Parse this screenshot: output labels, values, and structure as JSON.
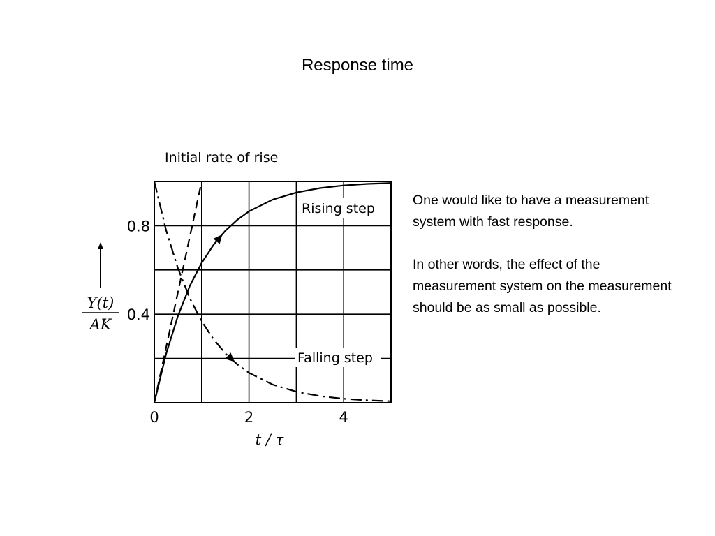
{
  "slide": {
    "title": "Response time",
    "paragraphs": [
      "One would like to have a measurement system with fast response.",
      "In other words, the effect of the measurement system on the measurement should be as small as possible."
    ]
  },
  "chart_data": {
    "type": "line",
    "xlabel": "t / τ",
    "ylabel_numerator": "Y(t)",
    "ylabel_denominator": "AK",
    "xlim": [
      0,
      5
    ],
    "ylim": [
      0,
      1
    ],
    "x_ticks": [
      0,
      2,
      4
    ],
    "y_ticks": [
      0.4,
      0.8
    ],
    "x_tick_labels": [
      "0",
      "2",
      "4"
    ],
    "y_tick_labels": [
      "0.4",
      "0.8"
    ],
    "y_origin_label": "0",
    "grid": true,
    "grid_x": [
      1,
      2,
      3,
      4
    ],
    "grid_y": [
      0.2,
      0.4,
      0.6,
      0.8
    ],
    "series": [
      {
        "name": "Rising step",
        "style": "solid",
        "x": [
          0,
          0.25,
          0.5,
          0.75,
          1,
          1.25,
          1.5,
          1.75,
          2,
          2.5,
          3,
          3.5,
          4,
          4.5,
          5
        ],
        "values": [
          0,
          0.221,
          0.393,
          0.528,
          0.632,
          0.713,
          0.777,
          0.826,
          0.865,
          0.918,
          0.95,
          0.97,
          0.982,
          0.989,
          0.993
        ]
      },
      {
        "name": "Falling step",
        "style": "dash-dot",
        "x": [
          0,
          0.25,
          0.5,
          0.75,
          1,
          1.25,
          1.5,
          1.75,
          2,
          2.5,
          3,
          3.5,
          4,
          4.5,
          5
        ],
        "values": [
          1,
          0.779,
          0.607,
          0.472,
          0.368,
          0.287,
          0.223,
          0.174,
          0.135,
          0.082,
          0.05,
          0.03,
          0.018,
          0.011,
          0.007
        ]
      },
      {
        "name": "Initial rate of rise",
        "style": "dashed",
        "x": [
          0,
          1
        ],
        "values": [
          0,
          1
        ]
      }
    ],
    "annotations": {
      "initial_rate": "Initial rate of rise",
      "rising": "Rising step",
      "falling": "Falling step"
    }
  }
}
